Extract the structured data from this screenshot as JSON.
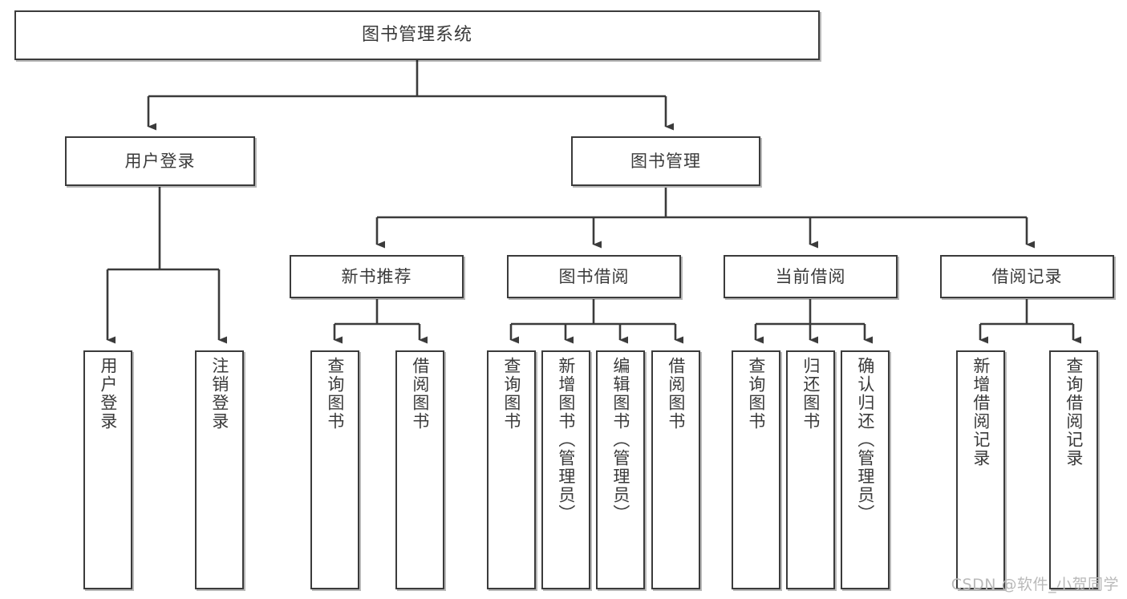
{
  "diagram": {
    "title": "图书管理系统",
    "type": "tree-hierarchy",
    "watermark": "CSDN @软件_小贺同学",
    "colors": {
      "box_border": "#3b3b3b",
      "box_fill": "#ffffff",
      "text": "#3a3a3a",
      "connector": "#3b3b3b",
      "watermark": "#b9b9b9"
    },
    "root": {
      "label": "图书管理系统"
    },
    "level2": [
      {
        "label": "用户登录"
      },
      {
        "label": "图书管理"
      }
    ],
    "level3": [
      {
        "label": "新书推荐"
      },
      {
        "label": "图书借阅"
      },
      {
        "label": "当前借阅"
      },
      {
        "label": "借阅记录"
      }
    ],
    "leaves": {
      "user_login": [
        {
          "label": "用户登录"
        },
        {
          "label": "注销登录"
        }
      ],
      "new_book_recommend": [
        {
          "label": "查询图书"
        },
        {
          "label": "借阅图书"
        }
      ],
      "book_borrow": [
        {
          "label": "查询图书"
        },
        {
          "label": "新增图书（管理员）"
        },
        {
          "label": "编辑图书（管理员）"
        },
        {
          "label": "借阅图书"
        }
      ],
      "current_borrow": [
        {
          "label": "查询图书"
        },
        {
          "label": "归还图书"
        },
        {
          "label": "确认归还（管理员）"
        }
      ],
      "borrow_record": [
        {
          "label": "新增借阅记录"
        },
        {
          "label": "查询借阅记录"
        }
      ]
    }
  }
}
